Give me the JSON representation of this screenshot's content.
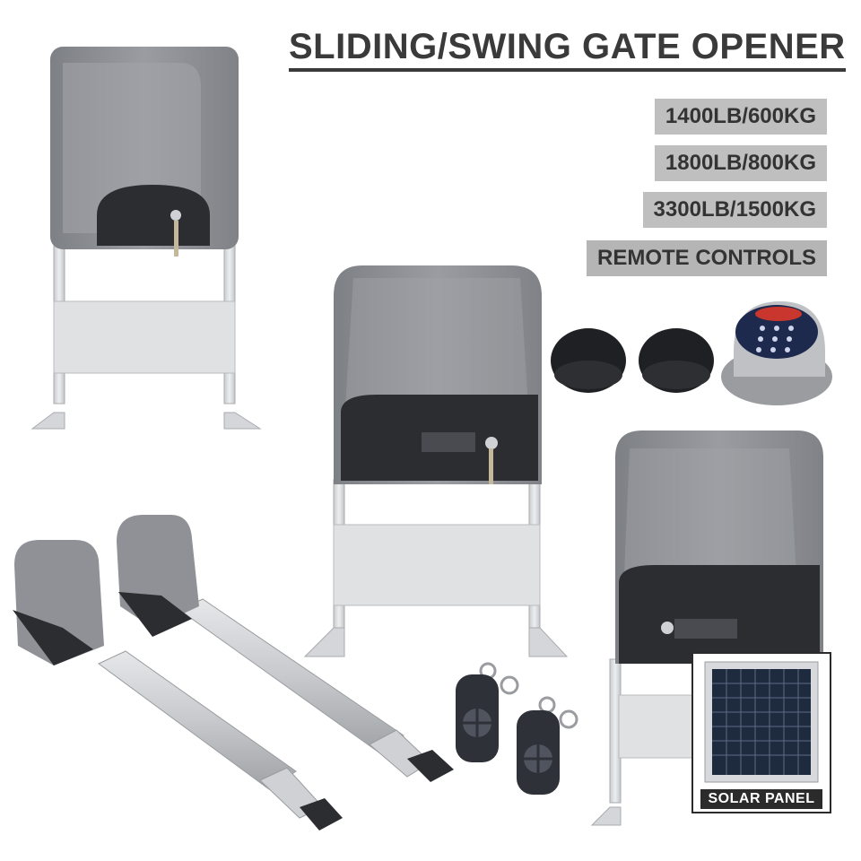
{
  "title": "SLIDING/SWING GATE OPENER",
  "specs": [
    "1400LB/600KG",
    "1800LB/800KG",
    "3300LB/1500KG",
    "REMOTE CONTROLS"
  ],
  "solar_label": "SOLAR PANEL",
  "colors": {
    "housing": "#8f9196",
    "housing_dark": "#6e7075",
    "black_part": "#2c2d31",
    "bracket": "#d8dadd",
    "spec_bg": "#bfbfbf",
    "title_text": "#3a3a3a"
  },
  "icons": [
    "sliding-motor",
    "swing-arm-actuator",
    "photocell-sensor",
    "wireless-keypad",
    "remote-fob",
    "key-icon",
    "solar-panel"
  ]
}
